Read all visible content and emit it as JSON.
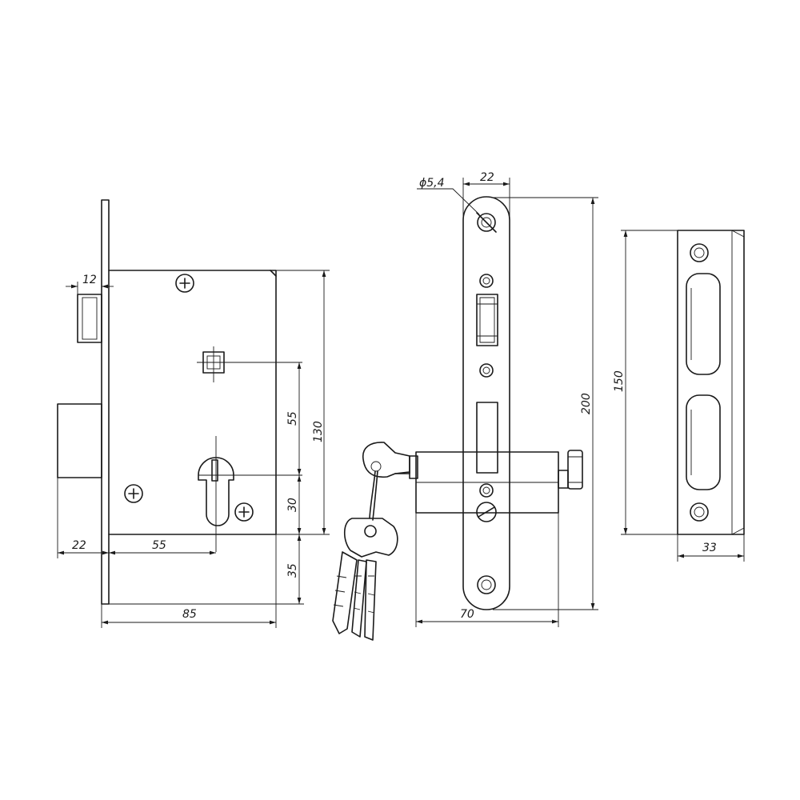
{
  "dimensions": {
    "bolt_width": "12",
    "bolt_to_spindle": "55",
    "case_height": "130",
    "backset_offset": "22",
    "backset": "55",
    "spindle_to_cylinder": "30",
    "cylinder_to_bottom": "35",
    "case_depth": "85",
    "hole_diameter": "ϕ5,4",
    "faceplate_width": "22",
    "faceplate_height": "200",
    "cylinder_length": "70",
    "strike_height": "150",
    "strike_width": "33"
  },
  "colors": {
    "line": "#1a1a1a",
    "background": "#ffffff"
  }
}
